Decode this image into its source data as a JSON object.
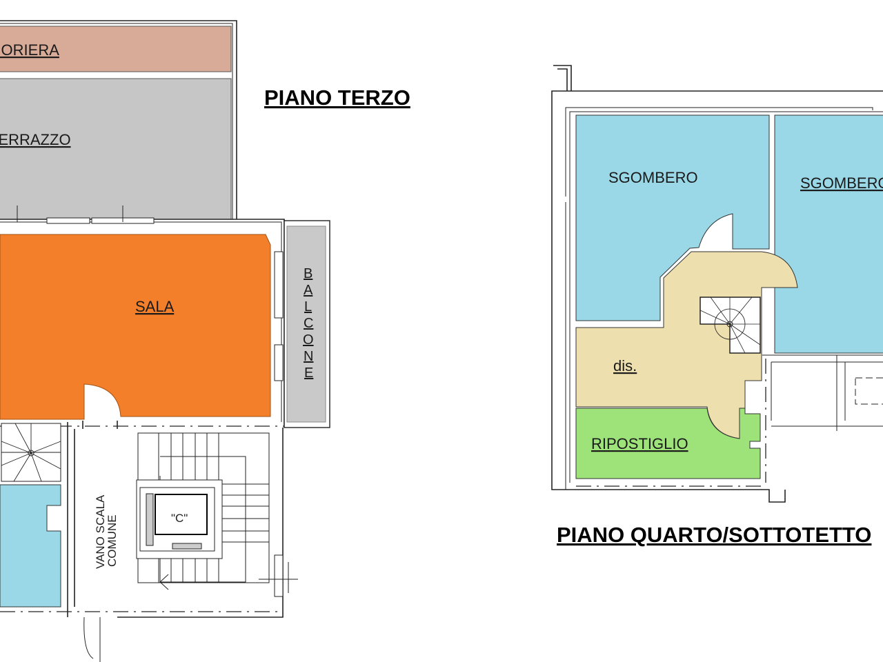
{
  "colors": {
    "fioriera": "#D8AA98",
    "terrazzo": "#C6C6C6",
    "sala": "#F47F2A",
    "balcone": "#C9C9C9",
    "sgombero": "#9AD8E8",
    "dis": "#EEDFAE",
    "ripostiglio": "#9EE27A"
  },
  "piano_terzo": {
    "title": "PIANO TERZO",
    "rooms": {
      "fioriera": "FIORIERA",
      "terrazzo": "TERRAZZO",
      "sala": "SALA",
      "balcone_letters": [
        "B",
        "A",
        "L",
        "C",
        "O",
        "N",
        "E"
      ],
      "vano_scala_line1": "VANO SCALA",
      "vano_scala_line2": "COMUNE",
      "lift": "\"C\""
    }
  },
  "piano_quarto": {
    "title": "PIANO QUARTO/SOTTOTETTO",
    "rooms": {
      "sgombero_1": "SGOMBERO",
      "sgombero_2": "SGOMBERO",
      "dis": "dis.",
      "ripostiglio": "RIPOSTIGLIO"
    }
  }
}
